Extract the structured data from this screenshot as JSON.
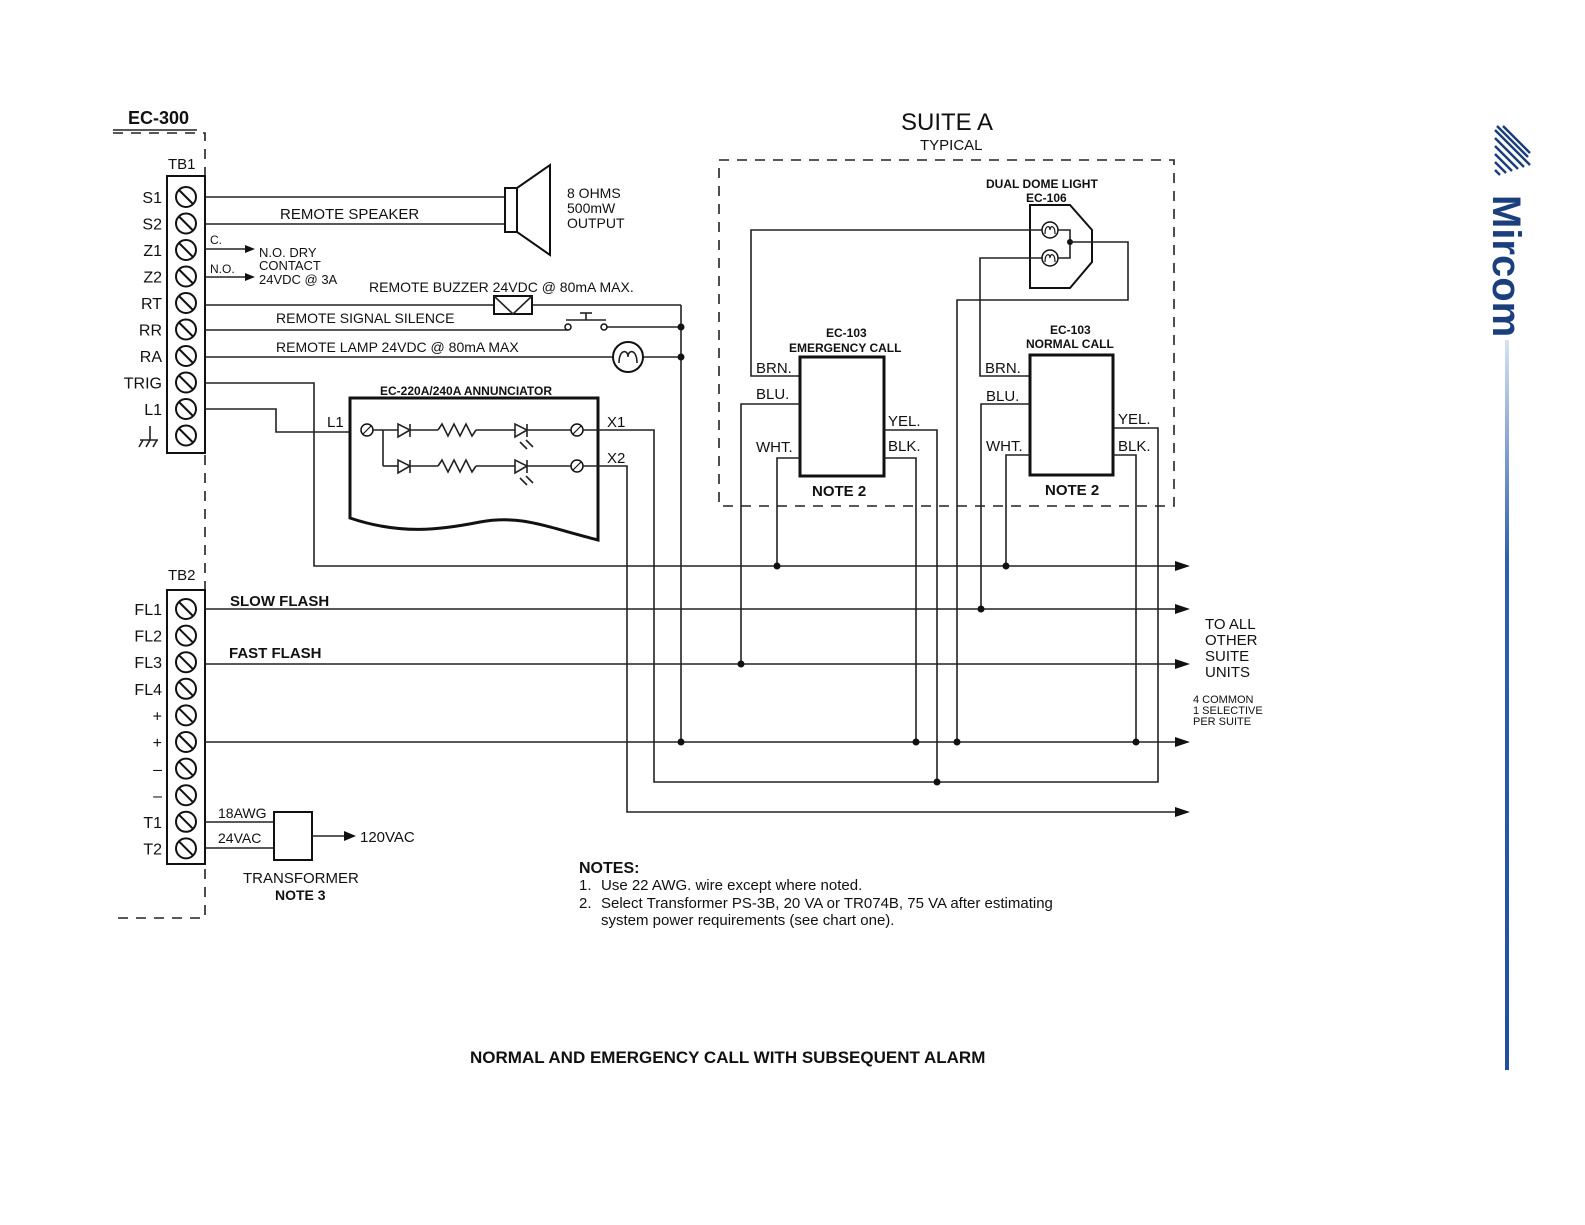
{
  "controller": {
    "title": "EC-300",
    "tb1": {
      "label": "TB1",
      "terminals": [
        "S1",
        "S2",
        "Z1",
        "Z2",
        "RT",
        "RR",
        "RA",
        "TRIG",
        "L1"
      ]
    },
    "tb2": {
      "label": "TB2",
      "terminals": [
        "FL1",
        "FL2",
        "FL3",
        "FL4",
        "+",
        "+",
        "–",
        "–",
        "T1",
        "T2"
      ]
    }
  },
  "wiring_labels": {
    "remote_speaker": "REMOTE SPEAKER",
    "speaker_spec": [
      "8 OHMS",
      "500mW",
      "OUTPUT"
    ],
    "contact_c": "C.",
    "contact_no": "N.O.",
    "dry_contact": [
      "N.O. DRY",
      "CONTACT",
      "24VDC @ 3A"
    ],
    "remote_buzzer": "REMOTE BUZZER 24VDC @ 80mA MAX.",
    "remote_signal_silence": "REMOTE SIGNAL SILENCE",
    "remote_lamp": "REMOTE LAMP 24VDC @ 80mA MAX",
    "slow_flash": "SLOW FLASH",
    "fast_flash": "FAST FLASH",
    "wire_18awg": "18AWG",
    "vac24": "24VAC",
    "vac120": "120VAC",
    "transformer": "TRANSFORMER",
    "transformer_note": "NOTE 3"
  },
  "annunciator": {
    "title": "EC-220A/240A ANNUNCIATOR",
    "l1": "L1",
    "x1": "X1",
    "x2": "X2"
  },
  "suite": {
    "title": "SUITE A",
    "subtitle": "TYPICAL",
    "dome_light": [
      "DUAL DOME LIGHT",
      "EC-106"
    ],
    "emergency_unit": {
      "model": "EC-103",
      "name": "EMERGENCY CALL",
      "note": "NOTE 2",
      "pins": [
        "BRN.",
        "BLU.",
        "WHT.",
        "YEL.",
        "BLK."
      ]
    },
    "normal_unit": {
      "model": "EC-103",
      "name": "NORMAL CALL",
      "note": "NOTE 2",
      "pins": [
        "BRN.",
        "BLU.",
        "WHT.",
        "YEL.",
        "BLK."
      ]
    }
  },
  "to_other_suites": [
    "TO ALL",
    "OTHER",
    "SUITE",
    "UNITS"
  ],
  "per_suite": [
    "4 COMMON",
    "1 SELECTIVE",
    "PER SUITE"
  ],
  "notes": {
    "heading": "NOTES:",
    "items": [
      {
        "num": "1.",
        "text": "Use 22 AWG. wire except where noted."
      },
      {
        "num": "2.",
        "text": "Select Transformer PS-3B, 20 VA or TR074B, 75 VA after estimating"
      }
    ],
    "continuation": "system power requirements (see chart one)."
  },
  "caption": "NORMAL AND EMERGENCY CALL WITH SUBSEQUENT ALARM",
  "brand": {
    "name": "Mircom",
    "logo_icon": "mircom-stripes-icon",
    "accent_color": "#1f4ea3"
  }
}
